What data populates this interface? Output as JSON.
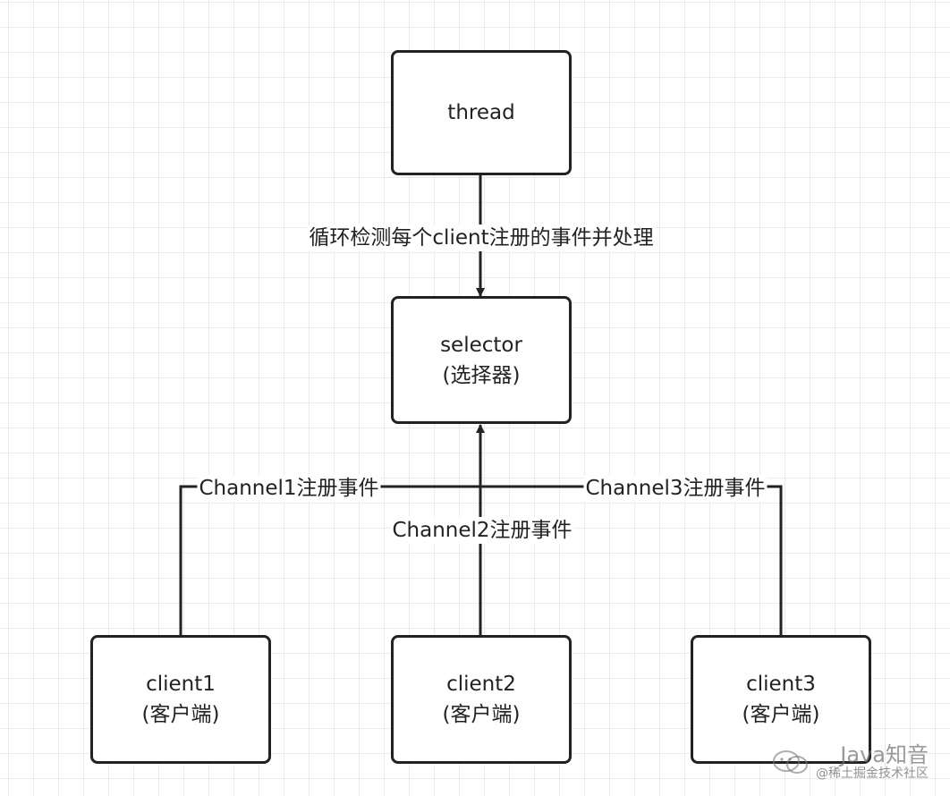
{
  "nodes": {
    "thread": {
      "lines": [
        "thread"
      ]
    },
    "selector": {
      "lines": [
        "selector",
        "(选择器)"
      ]
    },
    "client1": {
      "lines": [
        "client1",
        "(客户端)"
      ]
    },
    "client2": {
      "lines": [
        "client2",
        "(客户端)"
      ]
    },
    "client3": {
      "lines": [
        "client3",
        "(客户端)"
      ]
    }
  },
  "edges": {
    "thread_to_selector": "循环检测每个client注册的事件并处理",
    "channel1": "Channel1注册事件",
    "channel2": "Channel2注册事件",
    "channel3": "Channel3注册事件"
  },
  "watermark": {
    "brand": "Java知音",
    "credit": "@稀土掘金技术社区"
  },
  "colors": {
    "stroke": "#222222",
    "grid": "#ebebeb",
    "background": "#ffffff"
  }
}
